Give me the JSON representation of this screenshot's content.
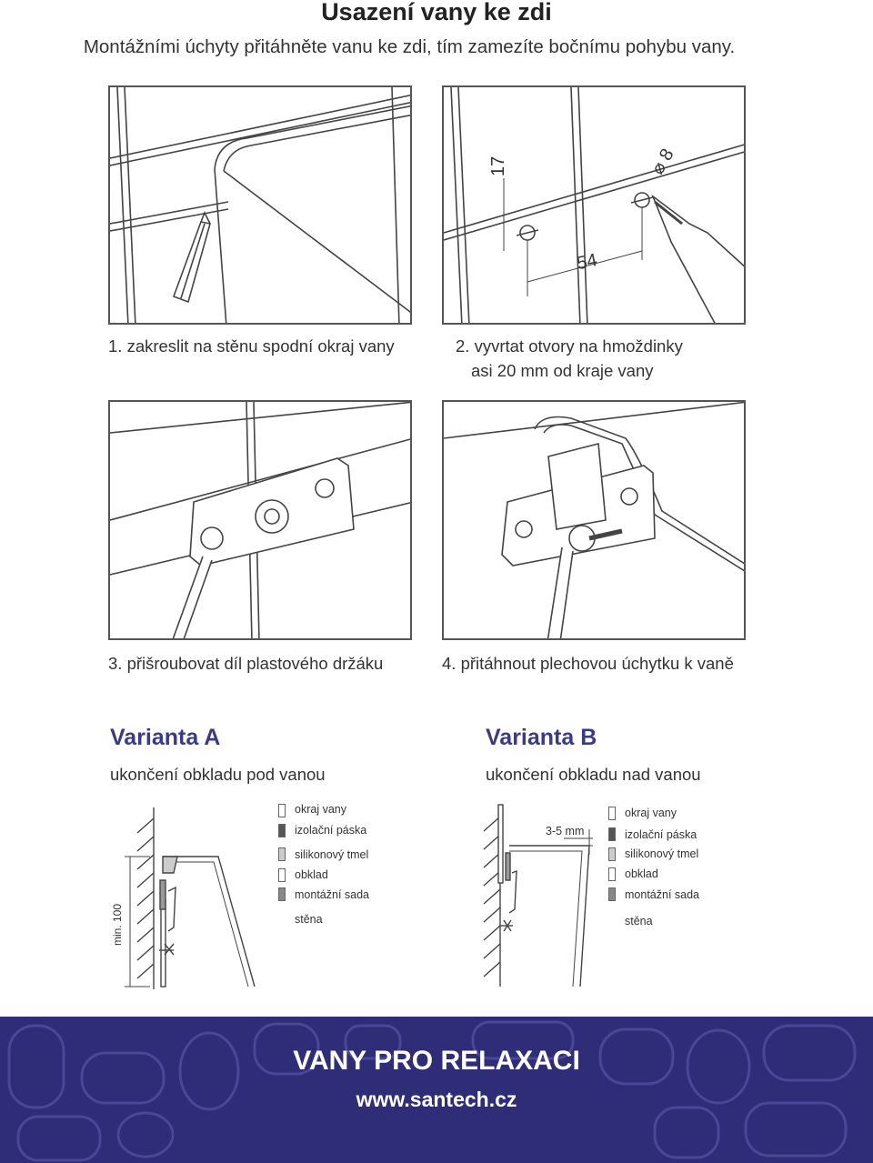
{
  "header": {
    "title": "Usazení vany ke zdi",
    "subtitle": "Montážními úchyty přitáhněte vanu ke zdi, tím zamezíte bočnímu pohybu vany."
  },
  "steps": [
    {
      "caption": "1. zakreslit na stěnu spodní okraj vany"
    },
    {
      "caption_line1": "2. vyvrtat otvory na hmoždinky",
      "caption_line2": "asi 20 mm od kraje vany",
      "dim_17": "17",
      "dim_8": "⌀ 8",
      "dim_54": "54"
    },
    {
      "caption": "3. přišroubovat díl plastového držáku"
    },
    {
      "caption": "4. přitáhnout plechovou úchytku k vaně"
    }
  ],
  "variant_a": {
    "title": "Varianta A",
    "subtitle": "ukončení obkladu pod vanou",
    "dimension": "min. 100",
    "legend": [
      "okraj vany",
      "izolační páska",
      "silikonový tmel",
      "obklad",
      "montážní sada",
      "stěna"
    ]
  },
  "variant_b": {
    "title": "Varianta B",
    "subtitle": "ukončení obkladu nad vanou",
    "dimension": "3-5 mm",
    "legend": [
      "okraj vany",
      "izolační páska",
      "silikonový tmel",
      "obklad",
      "montážní sada",
      "stěna"
    ]
  },
  "footer": {
    "title": "VANY PRO RELAXACI",
    "url": "www.santech.cz"
  },
  "colors": {
    "accent": "#3b3b85",
    "footer_bg": "#2f2d77",
    "line": "#555555"
  }
}
